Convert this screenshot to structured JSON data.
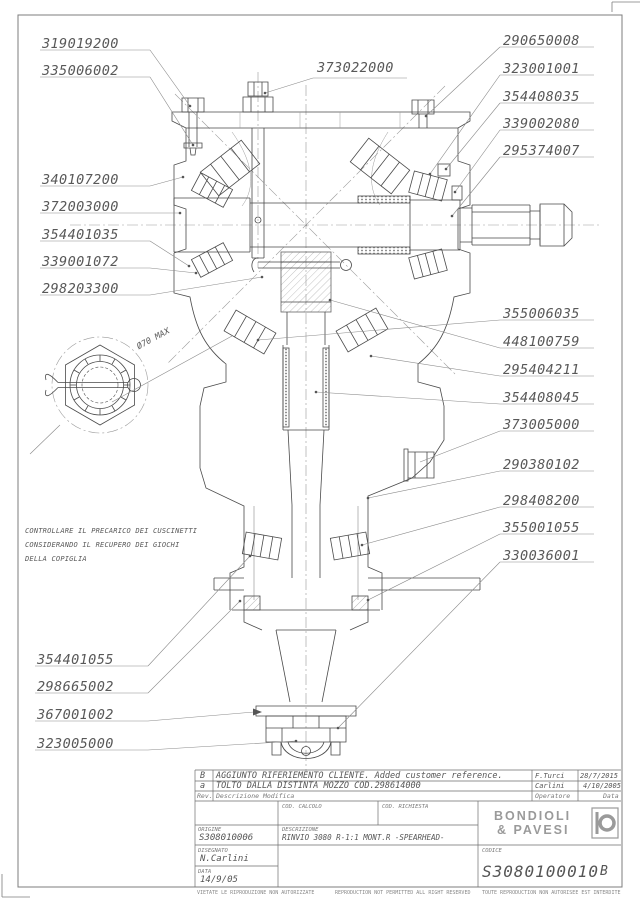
{
  "callouts": [
    "319019200",
    "335006002",
    "340107200",
    "372003000",
    "354401035",
    "339001072",
    "298203300",
    "354401055",
    "298665002",
    "367001002",
    "323005000",
    "373022000",
    "290650008",
    "323001001",
    "354408035",
    "339002080",
    "295374007",
    "355006035",
    "448100759",
    "295404211",
    "354408045",
    "373005000",
    "290380102",
    "298408200",
    "355001055",
    "330036001"
  ],
  "detail_view": {
    "dimension": "Ø70 MAX"
  },
  "note": {
    "lines": [
      "CONTROLLARE IL PRECARICO DEI CUSCINETTI",
      "CONSIDERANDO IL RECUPERO DEI GIOCHI",
      "DELLA COPIGLIA"
    ]
  },
  "title_block": {
    "revisions": [
      {
        "rev": "B",
        "description": "AGGIUNTO RIFERIEMENTO CLIENTE. Added customer reference.",
        "operator": "F.Turci",
        "date": "28/7/2015"
      },
      {
        "rev": "a",
        "description": "TOLTO DALLA DISTINTA MOZZO COD.298614000",
        "operator": "Carlini",
        "date": "4/10/2005"
      }
    ],
    "headers": {
      "rev": "Rev.",
      "description": "Descrizione Modifica",
      "operator": "Operatore",
      "date": "Data"
    },
    "labels": {
      "cod_calcolo": "COD. CALCOLO",
      "cod_richiesta": "COD. RICHIESTA",
      "origine": "ORIGINE",
      "descrizione": "DESCRIZIONE",
      "disegnato": "DISEGNATO",
      "data": "DATA",
      "codice": "CODICE"
    },
    "values": {
      "origine": "S308010006",
      "descrizione": "RINVIO 3080 R-1:1 MONT.R -SPEARHEAD-",
      "disegnato": "N.Carlini",
      "data": "14/9/05",
      "codice": "S3080100010",
      "revision_letter": "B"
    },
    "logo": {
      "line1": "BONDIOLI",
      "line2": "& PAVESI"
    },
    "footer": {
      "it": "VIETATE LE RIPRODUZIONE NON AUTORIZZATE",
      "en": "REPRODUCTION NOT PERMITTED ALL RIGHT RESERVED",
      "fr": "TOUTE REPRODUCTION NON AUTORISEE EST INTERDITE"
    }
  },
  "colors": {
    "line": "#4a4a4a",
    "light_line": "#8a8a8a",
    "text": "#585858"
  }
}
